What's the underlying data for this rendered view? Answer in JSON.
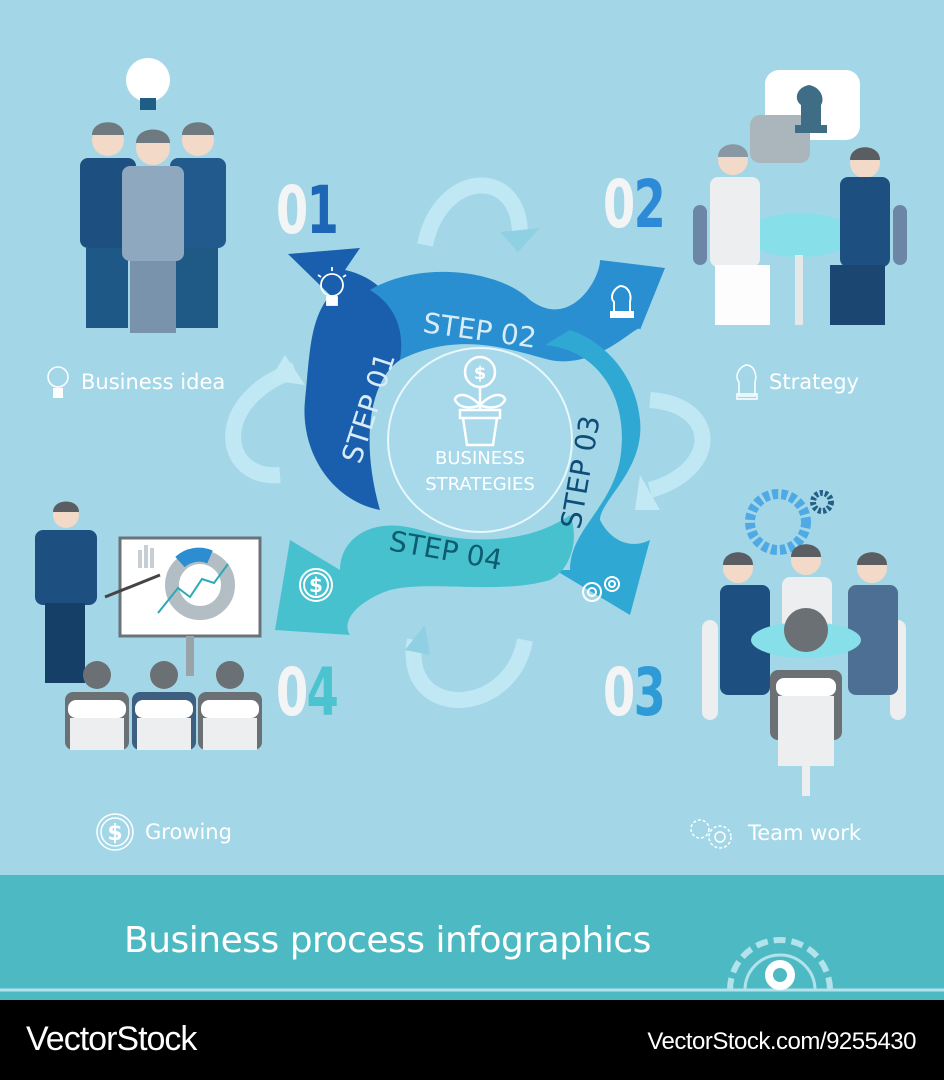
{
  "infographic": {
    "title": "Business process infographics",
    "center": {
      "line1": "BUSINESS",
      "line2": "STRATEGIES",
      "icon": "money-plant-icon"
    },
    "steps": [
      {
        "number_prefix": "0",
        "number_suffix": "1",
        "label": "STEP 01",
        "caption": "Business idea",
        "icon": "lightbulb-icon",
        "color": "#1a5fad",
        "number_color": "#1d66b6"
      },
      {
        "number_prefix": "0",
        "number_suffix": "2",
        "label": "STEP 02",
        "caption": "Strategy",
        "icon": "chess-knight-icon",
        "color": "#2a8fd0",
        "number_color": "#2d8ad6"
      },
      {
        "number_prefix": "0",
        "number_suffix": "3",
        "label": "STEP 03",
        "caption": "Team work",
        "icon": "gears-icon",
        "color": "#2fa9d4",
        "number_color": "#2f9bd6"
      },
      {
        "number_prefix": "0",
        "number_suffix": "4",
        "label": "STEP 04",
        "caption": "Growing",
        "icon": "dollar-coin-icon",
        "color": "#48c1cf",
        "number_color": "#4cc4cf"
      }
    ],
    "colors": {
      "background": "#a3d7e7",
      "banner": "#4dbac3",
      "footer": "#000000"
    }
  },
  "footer": {
    "brand": "VectorStock",
    "image_ref": "VectorStock.com/9255430"
  }
}
